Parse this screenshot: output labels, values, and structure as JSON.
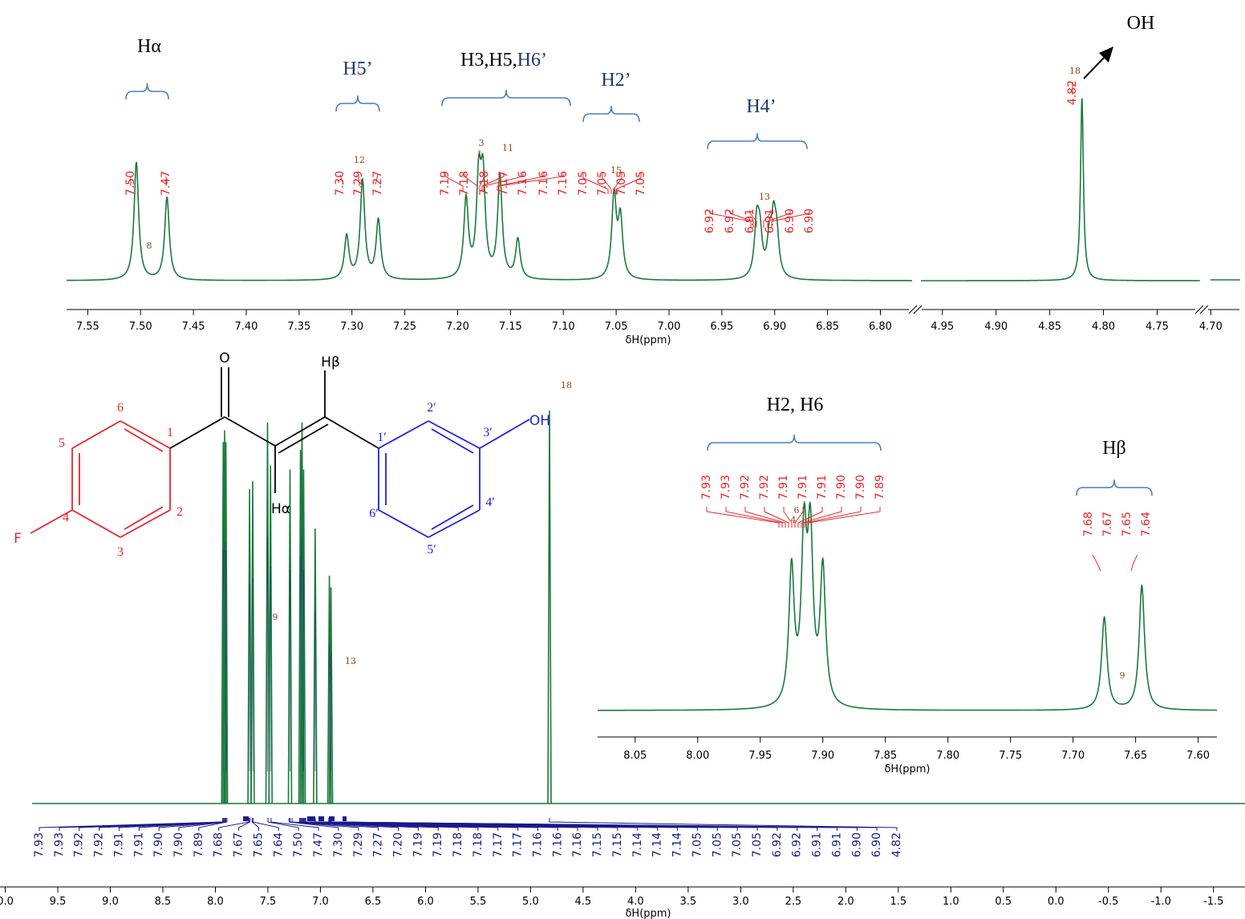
{
  "chart_data": [
    {
      "type": "line",
      "panel": "top-expansion",
      "xlabel": "δH(ppm)",
      "segments": [
        {
          "x_range": [
            7.57,
            6.77
          ],
          "ticks": [
            7.55,
            7.5,
            7.45,
            7.4,
            7.35,
            7.3,
            7.25,
            7.2,
            7.15,
            7.1,
            7.05,
            7.0,
            6.95,
            6.9,
            6.85,
            6.8
          ]
        },
        {
          "x_range": [
            4.97,
            4.71
          ],
          "ticks": [
            4.95,
            4.9,
            4.85,
            4.8,
            4.75,
            4.7
          ]
        }
      ],
      "peaks": [
        {
          "ppm": 7.504,
          "height": 0.6
        },
        {
          "ppm": 7.475,
          "height": 0.42
        },
        {
          "ppm": 7.305,
          "height": 0.22
        },
        {
          "ppm": 7.29,
          "height": 0.5
        },
        {
          "ppm": 7.275,
          "height": 0.3
        },
        {
          "ppm": 7.192,
          "height": 0.4
        },
        {
          "ppm": 7.18,
          "height": 0.47
        },
        {
          "ppm": 7.176,
          "height": 0.47
        },
        {
          "ppm": 7.16,
          "height": 0.52
        },
        {
          "ppm": 7.143,
          "height": 0.2
        },
        {
          "ppm": 7.052,
          "height": 0.42
        },
        {
          "ppm": 7.046,
          "height": 0.3
        },
        {
          "ppm": 6.917,
          "height": 0.27
        },
        {
          "ppm": 6.914,
          "height": 0.2
        },
        {
          "ppm": 6.905,
          "height": 0.18
        },
        {
          "ppm": 6.901,
          "height": 0.26
        },
        {
          "ppm": 6.898,
          "height": 0.18
        },
        {
          "ppm": 4.82,
          "height": 0.93
        }
      ],
      "peak_labels": [
        {
          "group": "Hα",
          "values": [
            "7.50",
            "7.47"
          ]
        },
        {
          "group": "H5’",
          "values": [
            "7.30",
            "7.29",
            "7.27"
          ]
        },
        {
          "group": "H3,H5,H6’",
          "values": [
            "7.19",
            "7.18",
            "7.18",
            "7.17",
            "7.16",
            "7.16",
            "7.16"
          ]
        },
        {
          "group": "H2’",
          "values": [
            "7.05",
            "7.05",
            "7.05",
            "7.05"
          ]
        },
        {
          "group": "H4’",
          "values": [
            "6.92",
            "6.92",
            "6.91",
            "6.91",
            "6.90",
            "6.90"
          ]
        },
        {
          "group": "OH",
          "values": [
            "4.82"
          ]
        }
      ],
      "integrals": [
        "8",
        "12",
        "3",
        "1",
        "11",
        "15",
        "13",
        "18"
      ]
    },
    {
      "type": "line",
      "panel": "right-expansion",
      "xlabel": "δH(ppm)",
      "x_range": [
        8.08,
        7.585
      ],
      "ticks": [
        8.05,
        8.0,
        7.95,
        7.9,
        7.85,
        7.8,
        7.75,
        7.7,
        7.65,
        7.6
      ],
      "peaks": [
        {
          "ppm": 7.925,
          "height": 0.72
        },
        {
          "ppm": 7.915,
          "height": 0.85
        },
        {
          "ppm": 7.91,
          "height": 0.85
        },
        {
          "ppm": 7.9,
          "height": 0.72
        },
        {
          "ppm": 7.675,
          "height": 0.49
        },
        {
          "ppm": 7.645,
          "height": 0.66
        }
      ],
      "peak_labels": [
        {
          "group": "H2, H6",
          "values": [
            "7.93",
            "7.93",
            "7.92",
            "7.92",
            "7.91",
            "7.91",
            "7.91",
            "7.90",
            "7.90",
            "7.89"
          ]
        },
        {
          "group": "Hβ",
          "values": [
            "7.68",
            "7.67",
            "7.65",
            "7.64"
          ]
        }
      ],
      "integrals": [
        "6",
        "4",
        "9"
      ]
    },
    {
      "type": "line",
      "panel": "full-spectrum",
      "xlabel": "δH(ppm)",
      "x_range": [
        10.05,
        -1.8
      ],
      "ticks": [
        "0.0",
        "9.5",
        "9.0",
        "8.5",
        "8.0",
        "7.5",
        "7.0",
        "6.5",
        "6.0",
        "5.5",
        "5.0",
        "4.5",
        "4.0",
        "3.5",
        "3.0",
        "2.5",
        "2.0",
        "1.5",
        "1.0",
        "0.5",
        "0.0",
        "-0.5",
        "-1.0",
        "-1.5"
      ],
      "peaks": [
        {
          "ppm": 7.925,
          "height": 0.92
        },
        {
          "ppm": 7.912,
          "height": 0.95
        },
        {
          "ppm": 7.9,
          "height": 0.92
        },
        {
          "ppm": 7.675,
          "height": 0.8
        },
        {
          "ppm": 7.645,
          "height": 0.82
        },
        {
          "ppm": 7.504,
          "height": 0.97
        },
        {
          "ppm": 7.475,
          "height": 0.86
        },
        {
          "ppm": 7.29,
          "height": 0.85
        },
        {
          "ppm": 7.19,
          "height": 0.9
        },
        {
          "ppm": 7.175,
          "height": 0.97
        },
        {
          "ppm": 7.16,
          "height": 0.85
        },
        {
          "ppm": 7.05,
          "height": 0.7
        },
        {
          "ppm": 6.915,
          "height": 0.58
        },
        {
          "ppm": 6.9,
          "height": 0.55
        },
        {
          "ppm": 4.82,
          "height": 1.0
        }
      ],
      "peak_list": [
        "7.93",
        "7.93",
        "7.92",
        "7.92",
        "7.91",
        "7.91",
        "7.90",
        "7.90",
        "7.89",
        "7.68",
        "7.67",
        "7.65",
        "7.64",
        "7.50",
        "7.47",
        "7.30",
        "7.29",
        "7.27",
        "7.20",
        "7.19",
        "7.19",
        "7.18",
        "7.18",
        "7.17",
        "7.17",
        "7.16",
        "7.16",
        "7.16",
        "7.15",
        "7.15",
        "7.14",
        "7.14",
        "7.14",
        "7.05",
        "7.05",
        "7.05",
        "7.05",
        "6.92",
        "6.92",
        "6.91",
        "6.91",
        "6.90",
        "6.90",
        "4.82"
      ],
      "integrals": [
        "9",
        "13",
        "18"
      ]
    }
  ],
  "molecule": {
    "carbonyl_o": "O",
    "fluorine": "F",
    "hydroxyl": "OH",
    "h_alpha": "Hα",
    "h_beta": "Hβ",
    "ring_a_numbers": [
      "1",
      "2",
      "3",
      "4",
      "5",
      "6"
    ],
    "ring_b_numbers": [
      "1′",
      "2′",
      "3′",
      "4′",
      "5′",
      "6′"
    ]
  },
  "colors": {
    "spectrum": "#1a7a3c",
    "peak_label": "#e8262b",
    "peak_list": "#1a1a8c",
    "integral": "#8b4513",
    "bracket": "#4a7fc1",
    "assign_dark": "#1f3a6b",
    "ring_a": "#e8262b",
    "ring_b": "#1f1fe0"
  }
}
